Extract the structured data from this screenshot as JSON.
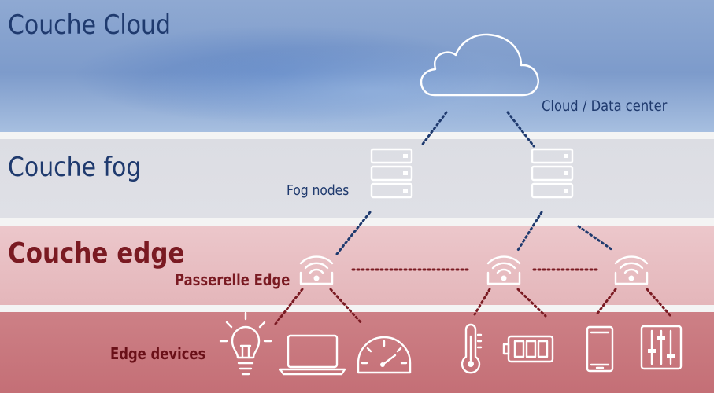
{
  "layers": {
    "cloud": {
      "title": "Couche Cloud",
      "label": "Cloud / Data center"
    },
    "fog": {
      "title": "Couche fog",
      "label": "Fog nodes"
    },
    "edge": {
      "title": "Couche edge",
      "label": "Passerelle Edge"
    },
    "devices": {
      "label": "Edge devices"
    }
  },
  "colors": {
    "cloud_band": "#7d9bcb",
    "fog_band": "#dfe0e6",
    "edge_band": "#e8bec2",
    "devices_band": "#c8767d",
    "navy_text": "#1f3a6e",
    "dark_red_text": "#7a1a22"
  },
  "icons": {
    "cloud": "cloud-icon",
    "fog_nodes": [
      "server-stack-icon",
      "server-stack-icon"
    ],
    "gateways": [
      "wifi-icon",
      "wifi-icon",
      "wifi-icon"
    ],
    "devices": [
      "lightbulb-icon",
      "laptop-icon",
      "speedometer-icon",
      "thermometer-icon",
      "battery-icon",
      "tablet-icon",
      "sliders-icon"
    ]
  }
}
